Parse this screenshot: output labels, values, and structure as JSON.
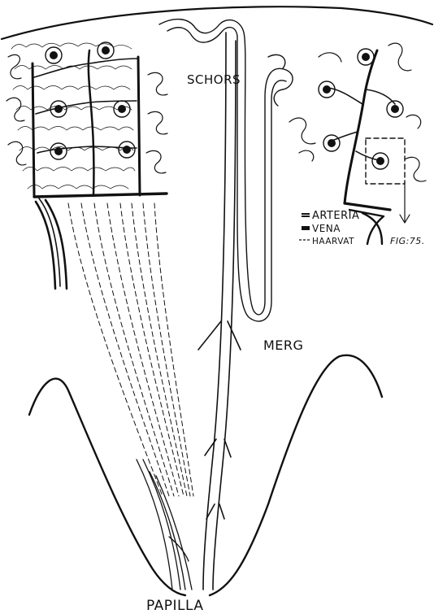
{
  "labels": {
    "cortex": "SCHORS",
    "medulla": "MERG",
    "papilla": "PAPILLA",
    "figure": "FIG:75."
  },
  "legend": {
    "artery": "ARTERIA",
    "vein": "VENA",
    "capillary": "HAARVAT"
  },
  "icons": [
    "glomerulus-icon",
    "artery-line-icon",
    "vein-line-icon",
    "capillary-dash-icon"
  ],
  "colors": {
    "ink": "#111111",
    "paper": "#ffffff"
  }
}
